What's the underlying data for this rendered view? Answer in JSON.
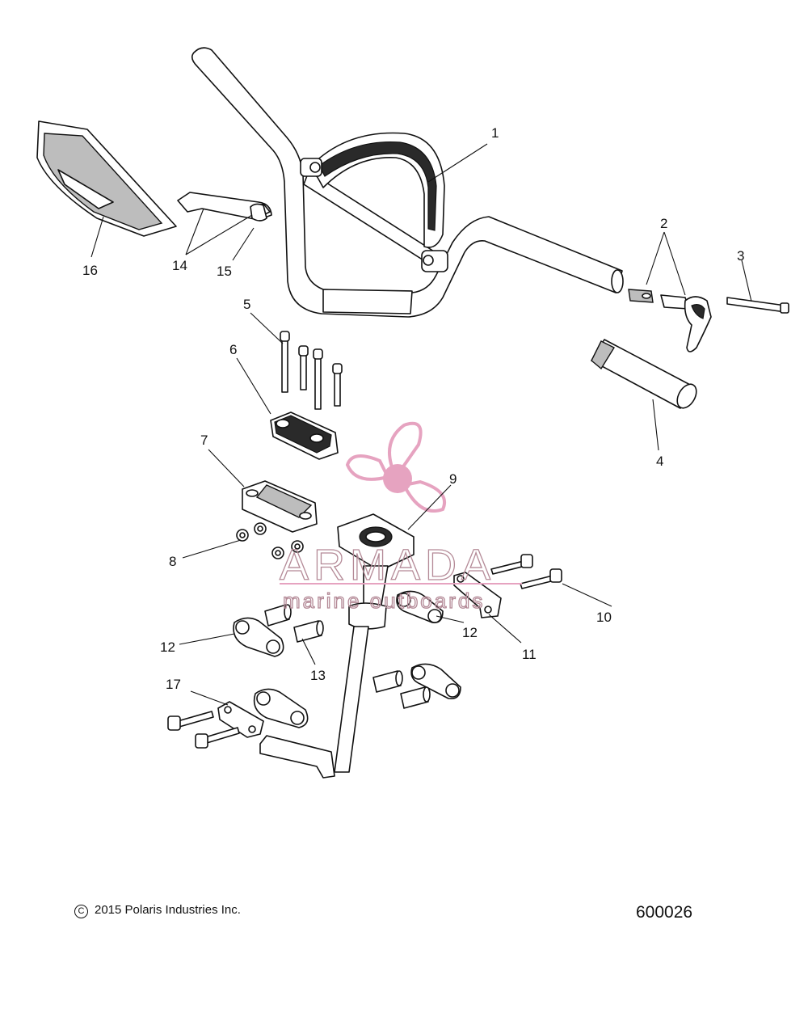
{
  "callouts": [
    {
      "id": "c1",
      "label": "1"
    },
    {
      "id": "c2",
      "label": "2"
    },
    {
      "id": "c3",
      "label": "3"
    },
    {
      "id": "c4",
      "label": "4"
    },
    {
      "id": "c5",
      "label": "5"
    },
    {
      "id": "c6",
      "label": "6"
    },
    {
      "id": "c7",
      "label": "7"
    },
    {
      "id": "c8",
      "label": "8"
    },
    {
      "id": "c9",
      "label": "9"
    },
    {
      "id": "c10",
      "label": "10"
    },
    {
      "id": "c11",
      "label": "11"
    },
    {
      "id": "c12a",
      "label": "12"
    },
    {
      "id": "c12b",
      "label": "12"
    },
    {
      "id": "c13",
      "label": "13"
    },
    {
      "id": "c14",
      "label": "14"
    },
    {
      "id": "c15",
      "label": "15"
    },
    {
      "id": "c16",
      "label": "16"
    },
    {
      "id": "c17",
      "label": "17"
    }
  ],
  "watermark": {
    "brand": "ARMADA",
    "tagline": "marine outboards",
    "accent_color": "#e6a3c0"
  },
  "footer": {
    "copyright_symbol": "C",
    "copyright_text": "2015 Polaris Industries Inc.",
    "diagram_number": "600026"
  }
}
